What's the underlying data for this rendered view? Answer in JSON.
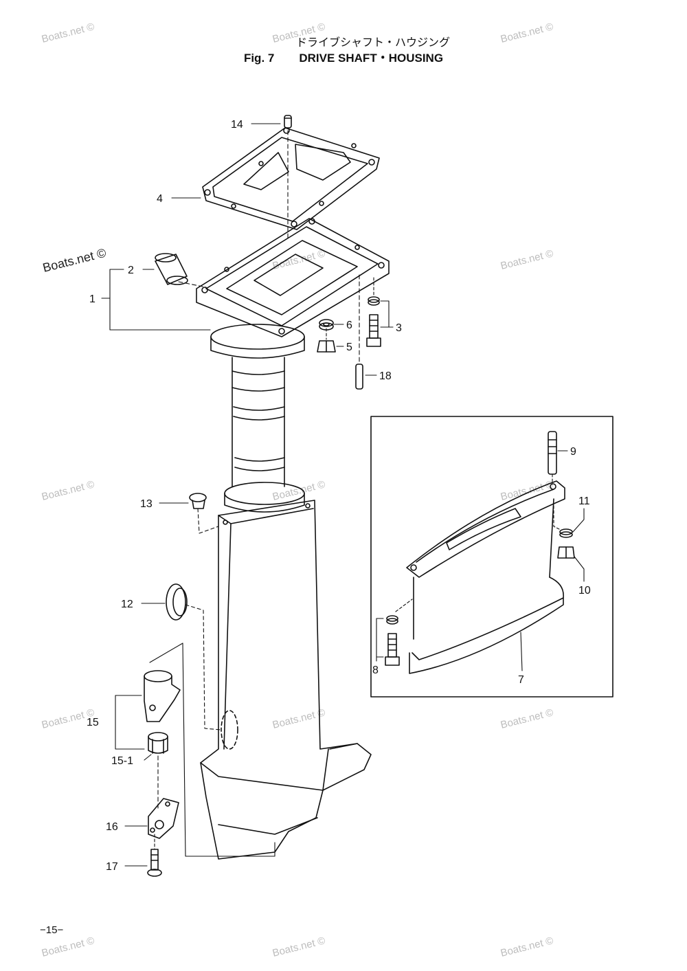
{
  "title": {
    "japanese": "ドライブシャフト・ハウジング",
    "figure_label": "Fig. 7",
    "english": "DRIVE SHAFT・HOUSING"
  },
  "watermark": "Boats.net ©",
  "callouts": {
    "c1": "1",
    "c2": "2",
    "c3": "3",
    "c4": "4",
    "c5": "5",
    "c6": "6",
    "c7": "7",
    "c8": "8",
    "c9": "9",
    "c10": "10",
    "c11": "11",
    "c12": "12",
    "c13": "13",
    "c14": "14",
    "c15": "15",
    "c15_1": "15-1",
    "c16": "16",
    "c17": "17",
    "c18": "18"
  },
  "page_number": "−15−",
  "colors": {
    "line": "#111111",
    "watermark": "#bdbdbd",
    "paper": "#ffffff"
  }
}
